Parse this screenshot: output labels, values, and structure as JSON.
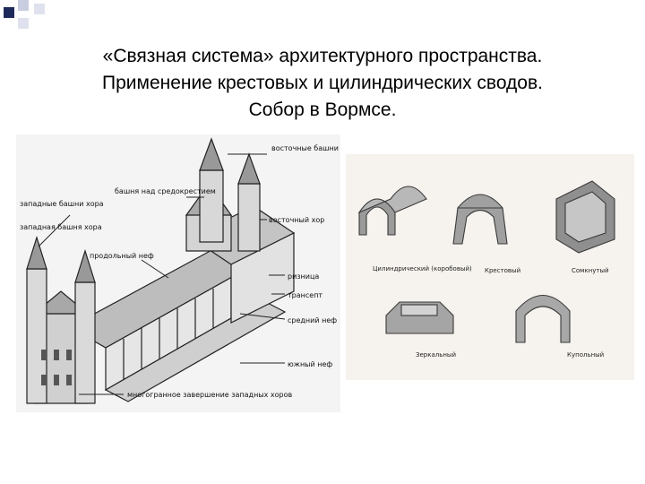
{
  "slide": {
    "title_lines": [
      "«Связная система» архитектурного пространства.",
      "Применение крестовых и цилиндрических  сводов.",
      "Собор в Вормсе."
    ]
  },
  "cathedral": {
    "labels": {
      "east_towers": "восточные башни хора",
      "crossing_tower": "башня над средокрестием",
      "west_towers": "западные башни хора",
      "west_tower": "западная башня хора",
      "east_choir": "восточный хор",
      "longitudinal_nave": "продольный неф",
      "sacristy": "ризница",
      "transept": "трансепт",
      "middle_nave": "средний неф",
      "south_nave": "южный неф",
      "polygonal_completion": "многогранное завершение западных хоров"
    }
  },
  "vaults": {
    "labels": {
      "cylindrical": "Цилиндрический (коробовый)",
      "cross": "Крестовый",
      "closed": "Сомкнутый",
      "mirror": "Зеркальный",
      "dome": "Купольный"
    }
  },
  "colors": {
    "bullet_dark": "#1f2a5c",
    "bullet_light": "#c9cde0",
    "ink": "#222222"
  }
}
